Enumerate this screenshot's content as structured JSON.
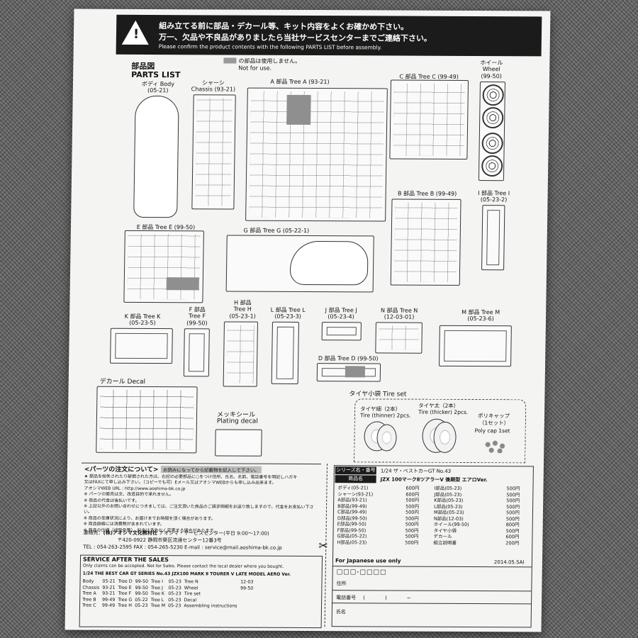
{
  "banner": {
    "line1": "組み立てる前に部品・デカール等、キット内容をよくお確かめ下さい。",
    "line2": "万一、欠品や不良品がありましたら当社サービスセンターまでご連絡下さい。",
    "line3": "Please confirm the product contents with the following PARTS LIST before assembly."
  },
  "parts_list": {
    "title_jp": "部品図",
    "title_en": "PARTS LIST",
    "not_use_jp": "の部品は使用しません。",
    "not_use_en": "Not for use."
  },
  "trees": {
    "body": [
      "ボディ Body",
      "(05-21)"
    ],
    "chassis": [
      "シャーシ",
      "Chassis (93-21)"
    ],
    "a": [
      "A 部品 Tree A (93-21)"
    ],
    "c": [
      "C 部品 Tree C (99-49)"
    ],
    "wheel": [
      "ホイール",
      "Wheel",
      "(99-50)"
    ],
    "b": [
      "B 部品 Tree B (99-49)"
    ],
    "i": [
      "I 部品 Tree I",
      "(05-23-2)"
    ],
    "e": [
      "E 部品 Tree E (99-50)"
    ],
    "g": [
      "G 部品 Tree G (05-22-1)"
    ],
    "k": [
      "K 部品 Tree K",
      "(05-23-5)"
    ],
    "f": [
      "F 部品",
      "Tree F",
      "(99-50)"
    ],
    "h": [
      "H 部品",
      "Tree H",
      "(05-23-1)"
    ],
    "l": [
      "L 部品 Tree L",
      "(05-23-3)"
    ],
    "j": [
      "J 部品 Tree J",
      "(05-23-4)"
    ],
    "n": [
      "N 部品 Tree N",
      "(12-03-01)"
    ],
    "m": [
      "M 部品 Tree M",
      "(05-23-6)"
    ],
    "d": [
      "D 部品 Tree D (99-50)"
    ]
  },
  "decal": {
    "label": "デカール Decal"
  },
  "plating": {
    "label_jp": "メッキシール",
    "label_en": "Plating decal"
  },
  "tire_set": {
    "title": "タイヤ小袋 Tire set",
    "thin_jp": "タイヤ細（2本）",
    "thin_en": "Tire (thinner) 2pcs.",
    "thick_jp": "タイヤ太（2本）",
    "thick_en": "Tire (thicker) 2pcs.",
    "cap_jp": "ポリキャップ",
    "cap_jp2": "（1セット）",
    "cap_en": "Poly cap 1set"
  },
  "order": {
    "title": "<パーツの注文について>",
    "note": "お読みになってから記載物を記入して下さい。",
    "lines": [
      "★ 部品を紛失されたり破損された方は、右記の必要部品に○をつけ住所、氏名、名前、電話番号を明記しハガキ",
      "又はFAXにて申し込み下さい。（コピーでも可）Eメール又はアオシマWEBからも申し込み出来ます。",
      "アオシマWEB URL : http://www.aoshima-bk.co.jp",
      "※ パーツの販売は文、改造目的で承れません。",
      "※ 商品の代金は後払いです。",
      "※ 上記以外のお問い合わせにつきましては、ご注文頂いた商品のご請求明細をお送り致しますので、代金をお支払い下さい。",
      "※ 商品の在庫状況により、お届けまでお時間を頂く場合があります。",
      "※ 商品価格には消費税が含まれています。",
      "※ 商品の仕様（成型色等）、料金は予告なく変更する場合があります。"
    ],
    "contact_label": "連絡先：",
    "company": "(株)アオシマ文化教材社",
    "service": "アオシマ・サービスセンター(平日 9:00〜17:00)",
    "zip": "〒420-0922",
    "address": "静岡市葵区流通センター12番3号",
    "tel": "TEL : 054-263-2595",
    "fax": "FAX : 054-265-5230",
    "email": "E-mail : service@mail.aoshima-bk.co.jp"
  },
  "service": {
    "title": "SERVICE AFTER THE SALES",
    "sub": "Only claims can be accepted. Not for Sales. Please contact the local dealer where you bought.",
    "series": "1/24 THE BEST CAR GT SERIES No.43 JZX100 MARK Ⅱ TOURER V LATE MODEL AERO Ver.",
    "rows": [
      [
        "Body",
        "05-21",
        "Tree D",
        "99-50",
        "Tree I",
        "05-23",
        "Tree N",
        "12-03"
      ],
      [
        "Chassis",
        "93-21",
        "Tree E",
        "99-50",
        "Tree J",
        "05-23",
        "Wheel",
        "99-50"
      ],
      [
        "Tree A",
        "93-21",
        "Tree F",
        "99-50",
        "Tree K",
        "05-23",
        "Tire set",
        ""
      ],
      [
        "Tree B",
        "99-49",
        "Tree G",
        "05-22",
        "Tree L",
        "05-23",
        "Decal",
        ""
      ],
      [
        "Tree C",
        "99-49",
        "Tree H",
        "05-23",
        "Tree M",
        "05-23",
        "Assembling instructions",
        ""
      ]
    ]
  },
  "price": {
    "header_label": "シリーズ名・番号",
    "series": "1/24 ザ・ベストカーGT No.43",
    "item_label": "商品名",
    "item": "JZX 100マークⅡツアラーV 後期型 エアロVer.",
    "left": [
      [
        "ボディ(05-21)",
        "600円"
      ],
      [
        "シャーシ(93-21)",
        "600円"
      ],
      [
        "A部品(93-21)",
        "500円"
      ],
      [
        "B部品(99-49)",
        "500円"
      ],
      [
        "C部品(99-49)",
        "500円"
      ],
      [
        "D部品(99-50)",
        "500円"
      ],
      [
        "E部品(99-50)",
        "500円"
      ],
      [
        "F部品(99-50)",
        "500円"
      ],
      [
        "G部品(05-22)",
        "500円"
      ],
      [
        "H部品(05-23)",
        "500円"
      ]
    ],
    "right": [
      [
        "I部品(05-23)",
        "500円"
      ],
      [
        "J部品(05-23)",
        "500円"
      ],
      [
        "K部品(05-23)",
        "500円"
      ],
      [
        "L部品(05-23)",
        "500円"
      ],
      [
        "M部品(05-23)",
        "500円"
      ],
      [
        "N部品(12-03)",
        "500円"
      ],
      [
        "ホイール(99-50)",
        "800円"
      ],
      [
        "タイヤ小袋",
        "500円"
      ],
      [
        "デカール",
        "600円"
      ],
      [
        "組立説明書",
        "200円"
      ]
    ],
    "japan_only": "For Japanese use only",
    "date": "2014.05.SAI",
    "zip_boxes": "□□□-□□□□",
    "address_label": "住所",
    "phone_label": "電話番号",
    "phone_paren": "(　　　　)　　　　−",
    "name_label": "氏名"
  },
  "icons": {
    "warning": "warning-icon",
    "scissors": "scissors-icon"
  }
}
